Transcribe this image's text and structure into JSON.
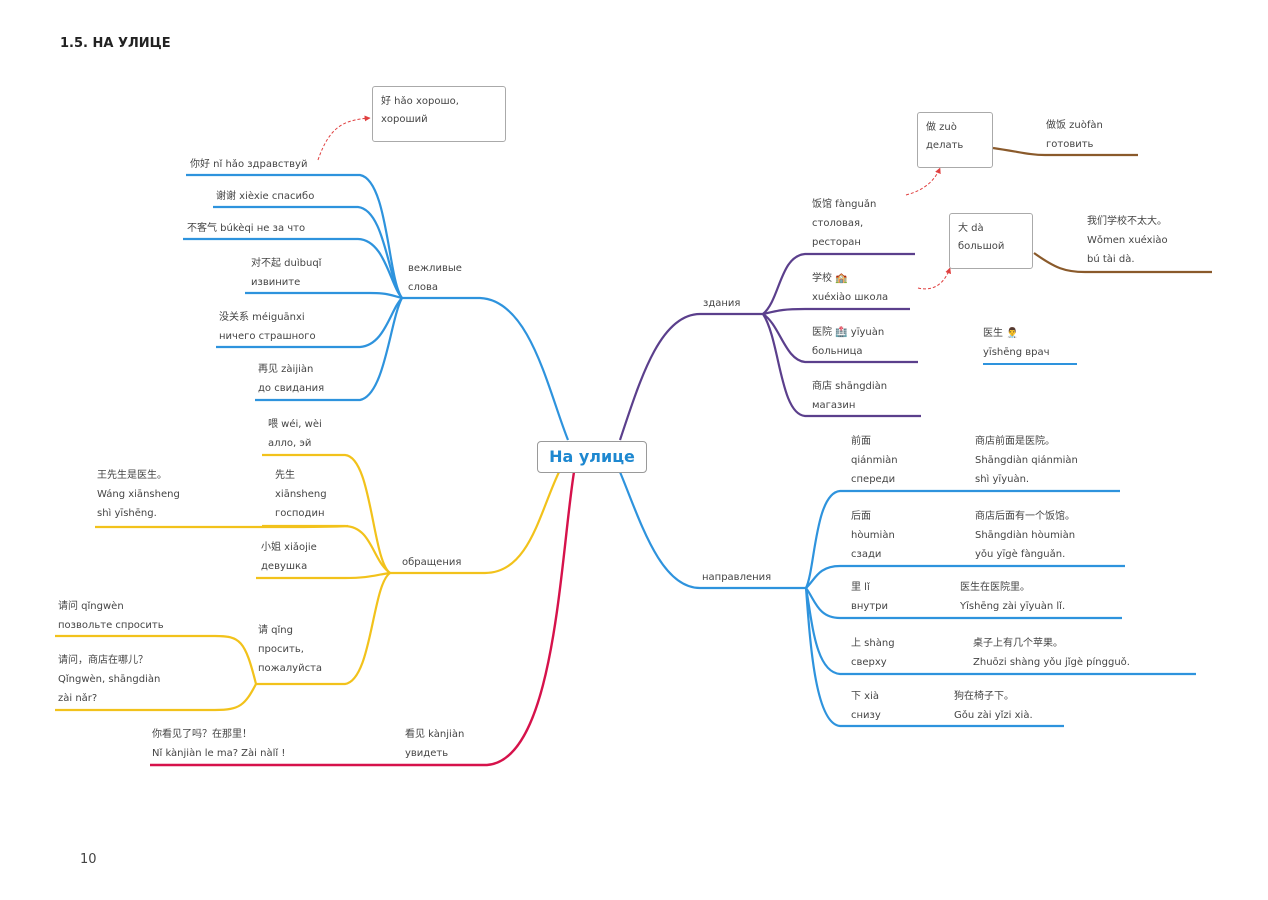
{
  "heading": "1.5. НА УЛИЦЕ",
  "page_number": "10",
  "center": "На улице",
  "colors": {
    "blue": "#2e93dd",
    "purple": "#5b3f8c",
    "yellow": "#f2c21b",
    "red": "#d6124b",
    "brown": "#8a5a2b",
    "dashed": "#e04040"
  },
  "branches": {
    "polite": "вежливые\nслова",
    "address": "обращения",
    "see": "看见 kànjiàn\nувидеть",
    "buildings": "здания",
    "directions": "направления"
  },
  "polite_items": [
    "你好 nǐ hǎo здравствуй",
    "谢谢 xièxie спасибо",
    "不客气 búkèqi не за что",
    "对不起 duìbuqǐ\nизвините",
    "没关系 méiguānxi\nничего страшного",
    "再见 zàijiàn\nдо свидания"
  ],
  "polite_note": "好 hǎo хорошо,\nхороший",
  "address_items": [
    "喂 wéi, wèi\nалло, эй",
    "先生\nxiānsheng\nгосподин",
    "小姐 xiǎojie\nдевушка",
    "请 qǐng\nпросить,\nпожалуйста"
  ],
  "address_examples": [
    "王先生是医生。\nWáng xiānsheng\nshì yīshēng.",
    "请问 qǐngwèn\nпозвольте спросить",
    "请问，商店在哪儿？\nQǐngwèn, shāngdiàn\nzài nǎr?"
  ],
  "see_example": "你看见了吗？在那里！\nNǐ kànjiàn le ma? Zài nàlǐ !",
  "building_items": [
    "饭馆 fànguǎn\nстоловая,\nресторан",
    "学校 🏫\nxuéxiào школа",
    "医院 🏥 yīyuàn\nбольница",
    "商店 shāngdiàn\nмагазин"
  ],
  "building_notes": [
    "做 zuò\nделать",
    "大 dà\nбольшой"
  ],
  "building_examples": [
    "做饭 zuòfàn\nготовить",
    "我们学校不太大。\nWǒmen xuéxiào\nbú tài dà.",
    "医生 👨‍⚕️\nyīshēng врач"
  ],
  "direction_items": [
    "前面\nqiánmiàn\nспереди",
    "后面\nhòumiàn\nсзади",
    "里 lǐ\nвнутри",
    "上 shàng\nсверху",
    "下 xià\nснизу"
  ],
  "direction_examples": [
    "商店前面是医院。\nShāngdiàn qiánmiàn\nshì yīyuàn.",
    "商店后面有一个饭馆。\nShāngdiàn hòumiàn\nyǒu yīgè fànguǎn.",
    "医生在医院里。\nYīshēng zài yīyuàn lǐ.",
    "桌子上有几个苹果。\nZhuōzi shàng yǒu jǐgè píngguǒ.",
    "狗在椅子下。\nGǒu zài yǐzi xià."
  ]
}
